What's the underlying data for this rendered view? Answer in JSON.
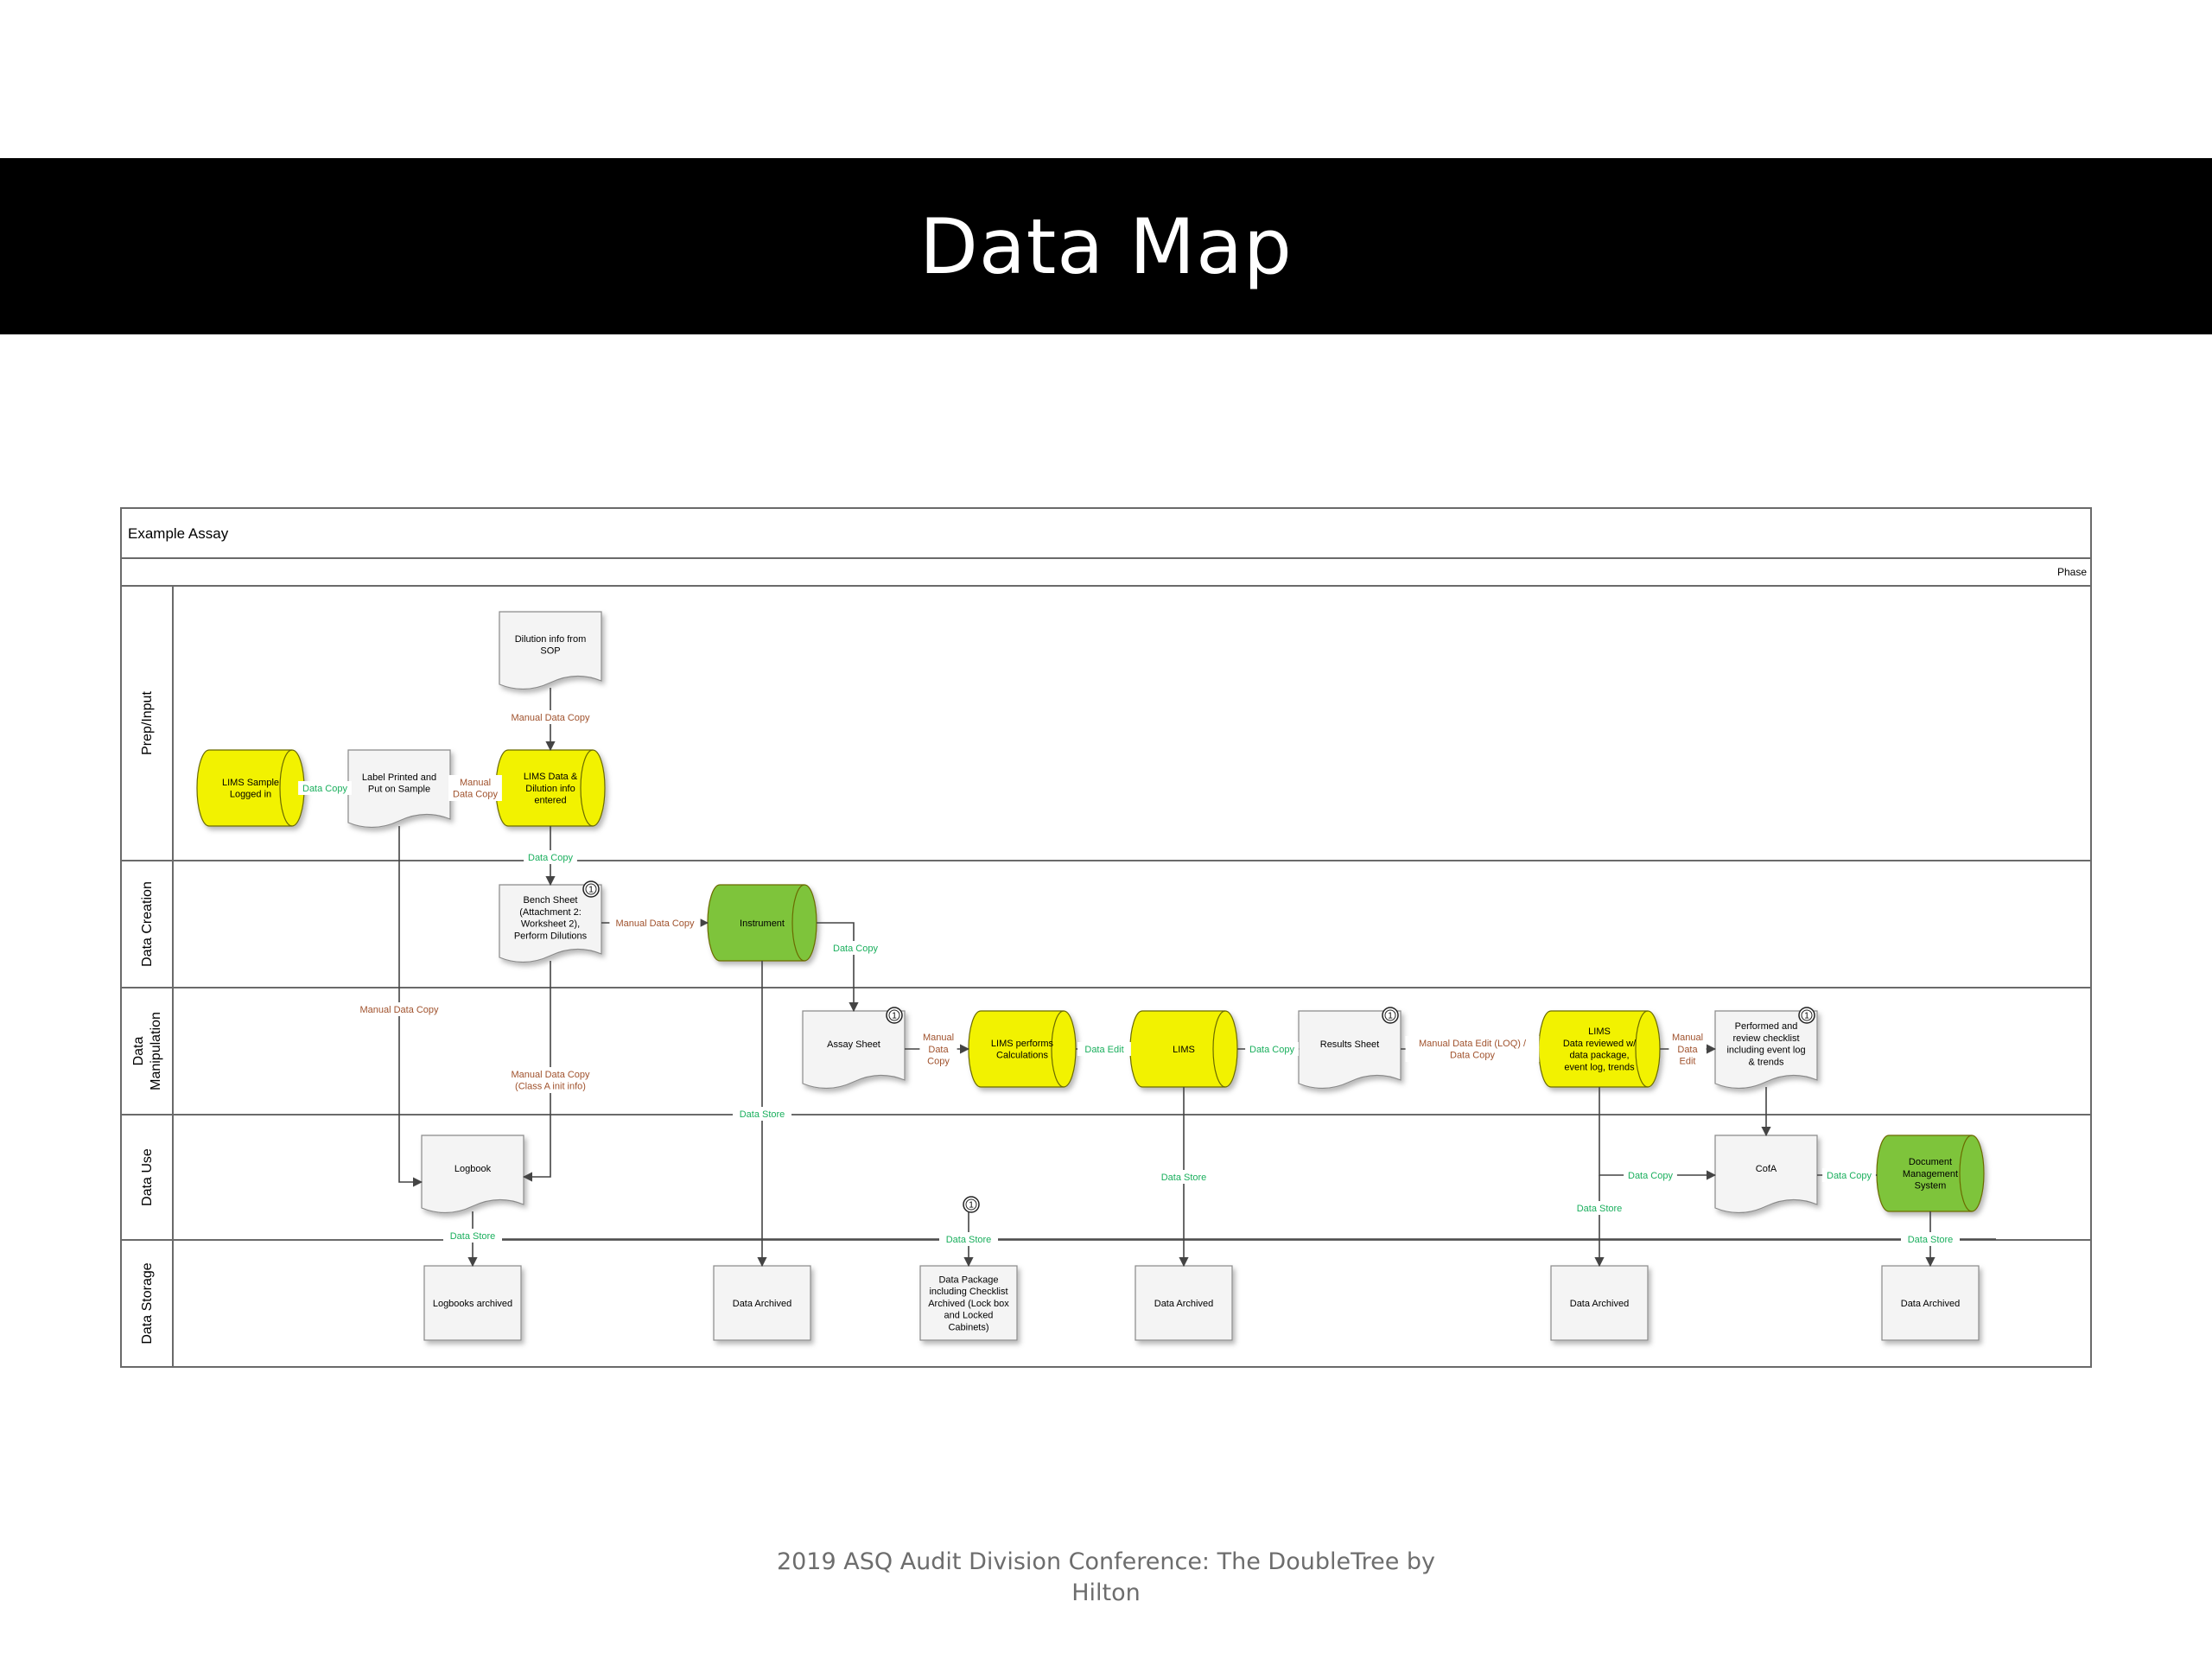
{
  "slide": {
    "title": "Data Map",
    "footer_line1": "2019 ASQ Audit Division Conference: The DoubleTree by",
    "footer_line2": "Hilton"
  },
  "colors": {
    "yellow": "#f2f200",
    "green": "#7ec43a",
    "doc": "#f4f4f4",
    "line": "#444444",
    "label_green": "#1aaf5d",
    "label_brown": "#a0522d"
  },
  "diagram": {
    "title": "Example Assay",
    "phase_label": "Phase",
    "lanes": [
      {
        "id": "prep",
        "label": "Prep/Input"
      },
      {
        "id": "creation",
        "label": "Data Creation"
      },
      {
        "id": "manip",
        "label": "Data\nManipulation"
      },
      {
        "id": "use",
        "label": "Data Use"
      },
      {
        "id": "storage",
        "label": "Data Storage"
      }
    ],
    "nodes": [
      {
        "id": "lims-logged",
        "shape": "cyl",
        "color": "yellow",
        "text": "LIMS Sample\nLogged in"
      },
      {
        "id": "label-printed",
        "shape": "doc",
        "text": "Label Printed and\nPut on Sample"
      },
      {
        "id": "dilution-info",
        "shape": "doc",
        "text": "Dilution info from\nSOP"
      },
      {
        "id": "lims-dilution",
        "shape": "cyl",
        "color": "yellow",
        "text": "LIMS Data &\nDilution info\nentered"
      },
      {
        "id": "bench-sheet",
        "shape": "doc",
        "text": "Bench Sheet\n(Attachment 2:\nWorksheet 2),\nPerform Dilutions",
        "badge": "1"
      },
      {
        "id": "instrument",
        "shape": "cyl",
        "color": "green",
        "text": "Instrument"
      },
      {
        "id": "assay-sheet",
        "shape": "doc",
        "text": "Assay Sheet",
        "badge": "1"
      },
      {
        "id": "lims-calc",
        "shape": "cyl",
        "color": "yellow",
        "text": "LIMS performs\nCalculations"
      },
      {
        "id": "lims",
        "shape": "cyl",
        "color": "yellow",
        "text": "LIMS"
      },
      {
        "id": "results-sheet",
        "shape": "doc",
        "text": "Results Sheet",
        "badge": "1"
      },
      {
        "id": "lims-review",
        "shape": "cyl",
        "color": "yellow",
        "text": "LIMS\nData reviewed w/\ndata package,\nevent log, trends"
      },
      {
        "id": "checklist",
        "shape": "doc",
        "text": "Performed and\nreview checklist\nincluding event log\n& trends",
        "badge": "1"
      },
      {
        "id": "logbook",
        "shape": "doc",
        "text": "Logbook"
      },
      {
        "id": "cofa",
        "shape": "doc",
        "text": "CofA"
      },
      {
        "id": "dms",
        "shape": "cyl",
        "color": "green",
        "text": "Document\nManagement\nSystem"
      },
      {
        "id": "logbooks-archived",
        "shape": "rect",
        "text": "Logbooks archived"
      },
      {
        "id": "archived-1",
        "shape": "rect",
        "text": "Data Archived"
      },
      {
        "id": "data-package",
        "shape": "rect",
        "text": "Data Package\nincluding Checklist\nArchived (Lock box\nand Locked\nCabinets)"
      },
      {
        "id": "archived-2",
        "shape": "rect",
        "text": "Data Archived"
      },
      {
        "id": "archived-3",
        "shape": "rect",
        "text": "Data Archived"
      },
      {
        "id": "archived-4",
        "shape": "rect",
        "text": "Data Archived"
      }
    ],
    "storage_badge": "1",
    "edges": [
      {
        "id": "e1",
        "label": "Data Copy",
        "color": "label_green"
      },
      {
        "id": "e2",
        "label": "Manual\nData Copy",
        "color": "label_brown"
      },
      {
        "id": "e3",
        "label": "Manual Data Copy",
        "color": "label_brown"
      },
      {
        "id": "e4",
        "label": "Data Copy",
        "color": "label_green"
      },
      {
        "id": "e5",
        "label": "Manual Data Copy",
        "color": "label_brown"
      },
      {
        "id": "e6",
        "label": "Data Copy",
        "color": "label_green"
      },
      {
        "id": "e7",
        "label": "Manual\nData\nCopy",
        "color": "label_brown"
      },
      {
        "id": "e8",
        "label": "Data Edit",
        "color": "label_green"
      },
      {
        "id": "e9",
        "label": "Data Copy",
        "color": "label_green"
      },
      {
        "id": "e10",
        "label": "Manual Data Edit (LOQ) /\nData Copy",
        "color": "label_brown"
      },
      {
        "id": "e11",
        "label": "Manual\nData\nEdit",
        "color": "label_brown"
      },
      {
        "id": "e12",
        "label": "Manual Data Copy",
        "color": "label_brown"
      },
      {
        "id": "e13",
        "label": "Manual Data Copy\n(Class A init info)",
        "color": "label_brown"
      },
      {
        "id": "e14",
        "label": "Data Store",
        "color": "label_green"
      },
      {
        "id": "e15",
        "label": "Data Store",
        "color": "label_green"
      },
      {
        "id": "e16",
        "label": "Data Store",
        "color": "label_green"
      },
      {
        "id": "e17",
        "label": "Data Store",
        "color": "label_green"
      },
      {
        "id": "e18",
        "label": "Data Copy",
        "color": "label_green"
      },
      {
        "id": "e19",
        "label": "Data Store",
        "color": "label_green"
      },
      {
        "id": "e20",
        "label": "Data Copy",
        "color": "label_green"
      },
      {
        "id": "e21",
        "label": "Data Store",
        "color": "label_green"
      }
    ]
  }
}
